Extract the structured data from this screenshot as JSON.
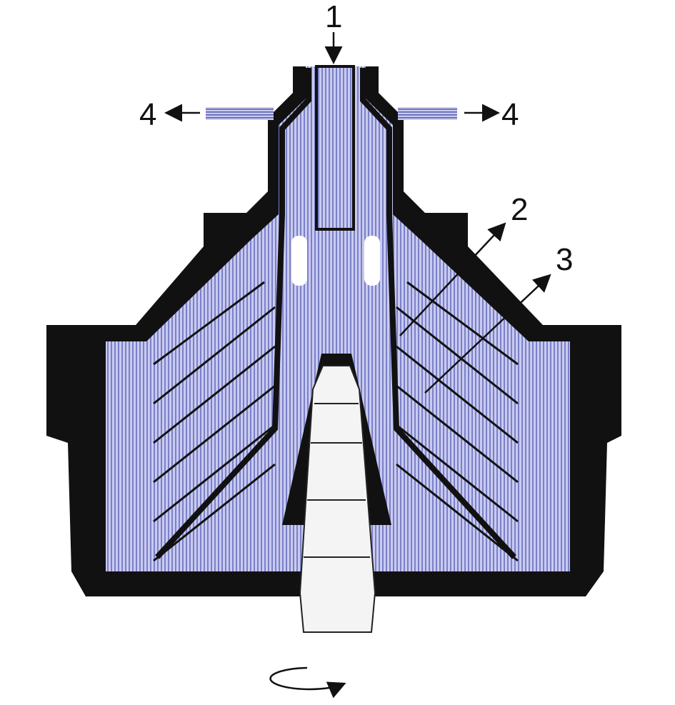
{
  "diagram": {
    "labels": {
      "inlet": "1",
      "label_2": "2",
      "label_3": "3",
      "outlet_left": "4",
      "outlet_right": "4"
    },
    "colors": {
      "body": "#111111",
      "liquid_light": "#c9cbef",
      "liquid_stripe": "#7b80c9",
      "spindle": "#f4f4f4"
    }
  }
}
